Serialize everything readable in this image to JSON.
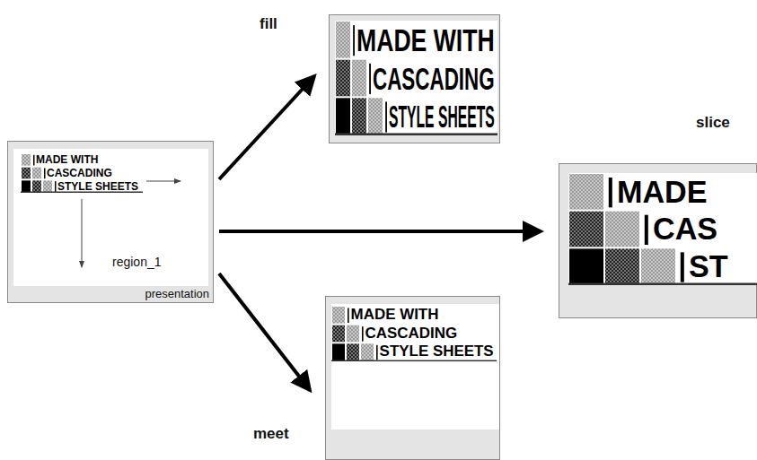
{
  "diagram": {
    "nodes": [
      {
        "text": [
          "presentation"
        ]
      },
      {
        "text": [
          "region_1"
        ],
        "in": 0
      },
      {
        "text": [
          "MADE WITH",
          "CASCADING",
          "STYLE SHEETS"
        ],
        "in": 1
      },
      {
        "text": [
          "fill"
        ]
      },
      {
        "text": [
          "MADE WITH",
          "CASCADING",
          "STYLE SHEETS"
        ],
        "in": 3
      },
      {
        "text": [
          "slice"
        ]
      },
      {
        "text": [
          "MADE",
          "CAS",
          "ST"
        ],
        "in": 5
      },
      {
        "text": [
          "meet"
        ]
      },
      {
        "text": [
          "MADE WITH",
          "CASCADING",
          "STYLE SHEETS"
        ],
        "in": 7
      }
    ],
    "edges": [
      {
        "from": 0,
        "to": 3,
        "arrow": "to"
      },
      {
        "from": 0,
        "to": 5,
        "arrow": "to"
      },
      {
        "from": 0,
        "to": 7,
        "arrow": "to"
      }
    ]
  }
}
